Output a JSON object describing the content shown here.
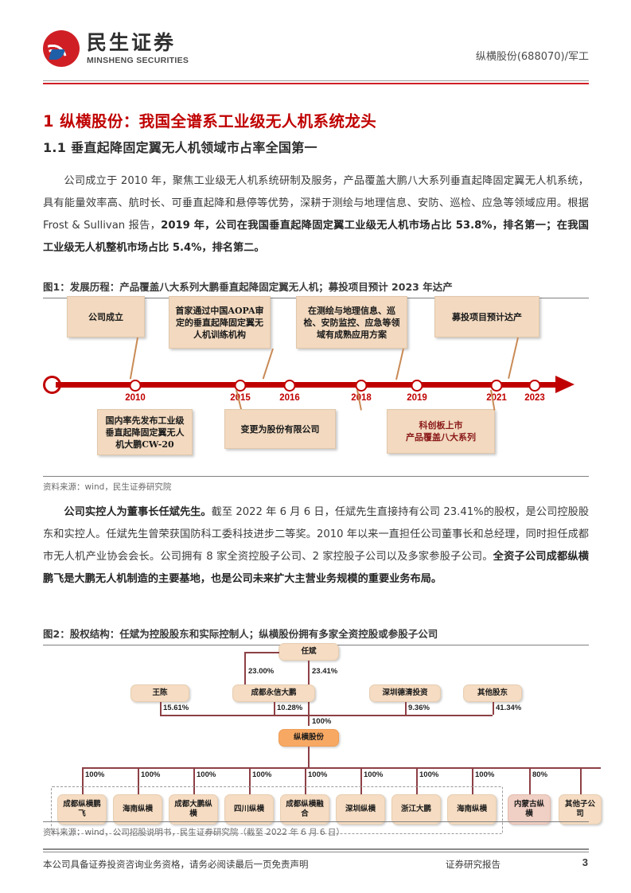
{
  "header": {
    "logo_cn": "民生证券",
    "logo_en": "MINSHENG SECURITIES",
    "right_label": "纵横股份(688070)/军工",
    "brand_red": "#cf1f25"
  },
  "headings": {
    "h1": "1 纵横股份：我国全谱系工业级无人机系统龙头",
    "h2": "1.1 垂直起降固定翼无人机领域市占率全国第一"
  },
  "paragraphs": {
    "p1_html": "公司成立于 2010 年，聚焦工业级无人机系统研制及服务，产品覆盖大鹏八大系列垂直起降固定翼无人机系统，具有能量效率高、航时长、可垂直起降和悬停等优势，深耕于测绘与地理信息、安防、巡检、应急等领域应用。根据 Frost &amp; Sullivan 报告，<b>2019 年，公司在我国垂直起降固定翼工业级无人机市场占比 53.8%，排名第一；在我国工业级无人机整机市场占比 5.4%，排名第二。</b>",
    "p2_html": "<b>公司实控人为董事长任斌先生。</b>截至 2022 年 6 月 6 日，任斌先生直接持有公司 23.41%的股权，是公司控股股东和实控人。任斌先生曾荣获国防科工委科技进步二等奖。2010 年以来一直担任公司董事长和总经理，同时担任成都市无人机产业协会会长。公司拥有 8 家全资控股子公司、2 家控股子公司以及多家参股子公司。<b>全资子公司成都纵横鹏飞是大鹏无人机制造的主要基地，也是公司未来扩大主营业务规模的重要业务布局。</b>"
  },
  "figure1": {
    "caption": "图1：发展历程：产品覆盖八大系列大鹏垂直起降固定翼无人机；募投项目预计 2023 年达产",
    "source": "资料来源：wind，民生证券研究院",
    "axis_color": "#c00000",
    "years": [
      "2010",
      "2015",
      "2016",
      "2018",
      "2019",
      "2021",
      "2023"
    ],
    "events_above": [
      {
        "year": "2010",
        "text": "公司成立"
      },
      {
        "year": "2016",
        "text": "首家通过中国AOPA审定的垂直起降固定翼无人机训练机构"
      },
      {
        "year": "2019",
        "text": "在测绘与地理信息、巡检、安防监控、应急等领域有成熟应用方案"
      },
      {
        "year": "2023",
        "text": "募投项目预计达产"
      }
    ],
    "events_below": [
      {
        "year": "2015",
        "text": "国内率先发布工业级垂直起降固定翼无人机大鹏CW-20"
      },
      {
        "year": "2018",
        "text": "变更为股份有限公司"
      },
      {
        "year": "2021",
        "text": "科创板上市\n产品覆盖八大系列"
      }
    ]
  },
  "figure2": {
    "caption": "图2：股权结构：任斌为控股股东和实际控制人；纵横股份拥有多家全资控股或参股子公司",
    "source": "资料来源：wind，公司招股说明书，民生证券研究院（截至 2022 年 6 月 6 日）",
    "controller": "任斌",
    "controller_direct_pct": "23.41%",
    "controller_to_yongxin_pct": "23.00%",
    "company": "纵横股份",
    "company_pct": "100%",
    "shareholders": [
      {
        "name": "王陈",
        "pct": "15.61%"
      },
      {
        "name": "成都永信大鹏",
        "pct": "10.28%"
      },
      {
        "name": "深圳德清投资",
        "pct": "9.36%"
      },
      {
        "name": "其他股东",
        "pct": "41.34%"
      }
    ],
    "subsidiaries": [
      {
        "name": "成都纵横鹏飞",
        "pct": "100%",
        "style": "tan"
      },
      {
        "name": "海南纵横",
        "pct": "100%",
        "style": "tan"
      },
      {
        "name": "成都大鹏纵横",
        "pct": "100%",
        "style": "tan"
      },
      {
        "name": "四川纵横",
        "pct": "100%",
        "style": "tan"
      },
      {
        "name": "成都纵横融合",
        "pct": "100%",
        "style": "tan"
      },
      {
        "name": "深圳纵横",
        "pct": "100%",
        "style": "tan"
      },
      {
        "name": "浙江大鹏",
        "pct": "100%",
        "style": "tan"
      },
      {
        "name": "海南纵横",
        "pct": "100%",
        "style": "tan"
      },
      {
        "name": "内蒙古纵横",
        "pct": "80%",
        "style": "pink"
      },
      {
        "name": "其他子公司",
        "pct": "",
        "style": "tan"
      }
    ]
  },
  "footer": {
    "disclaimer": "本公司具备证券投资咨询业务资格，请务必阅读最后一页免责声明",
    "report_type": "证券研究报告",
    "page_number": "3"
  }
}
